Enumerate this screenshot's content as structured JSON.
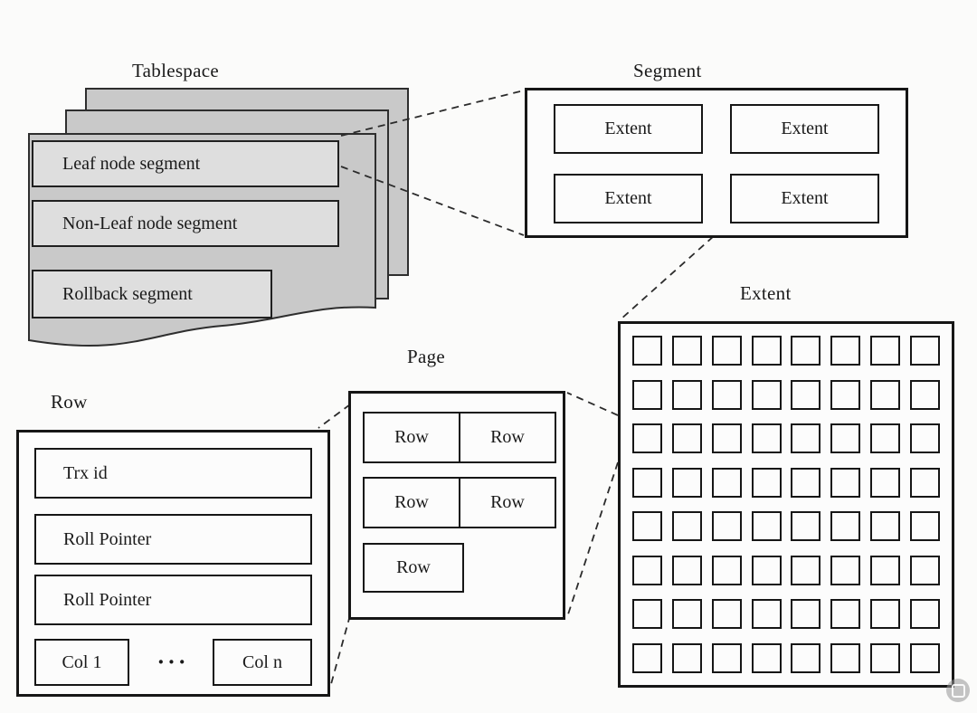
{
  "diagram": {
    "labels": {
      "tablespace": "Tablespace",
      "segment": "Segment",
      "extent": "Extent",
      "page": "Page",
      "row": "Row"
    },
    "tablespace": {
      "segments": [
        "Leaf node segment",
        "Non-Leaf node segment",
        "Rollback segment"
      ]
    },
    "segment": {
      "extents": [
        "Extent",
        "Extent",
        "Extent",
        "Extent"
      ]
    },
    "extent": {
      "grid": {
        "rows": 8,
        "cols": 8
      }
    },
    "page": {
      "rows": [
        "Row",
        "Row",
        "Row",
        "Row",
        "Row"
      ]
    },
    "row": {
      "fields": [
        "Trx id",
        "Roll Pointer",
        "Roll Pointer"
      ],
      "columns": {
        "first": "Col 1",
        "dots": "···",
        "last": "Col n"
      }
    },
    "colors": {
      "sheet": "#c9c9c9",
      "segment_fill": "#dedede",
      "border": "#161616",
      "connector": "#2b2b2b"
    }
  }
}
